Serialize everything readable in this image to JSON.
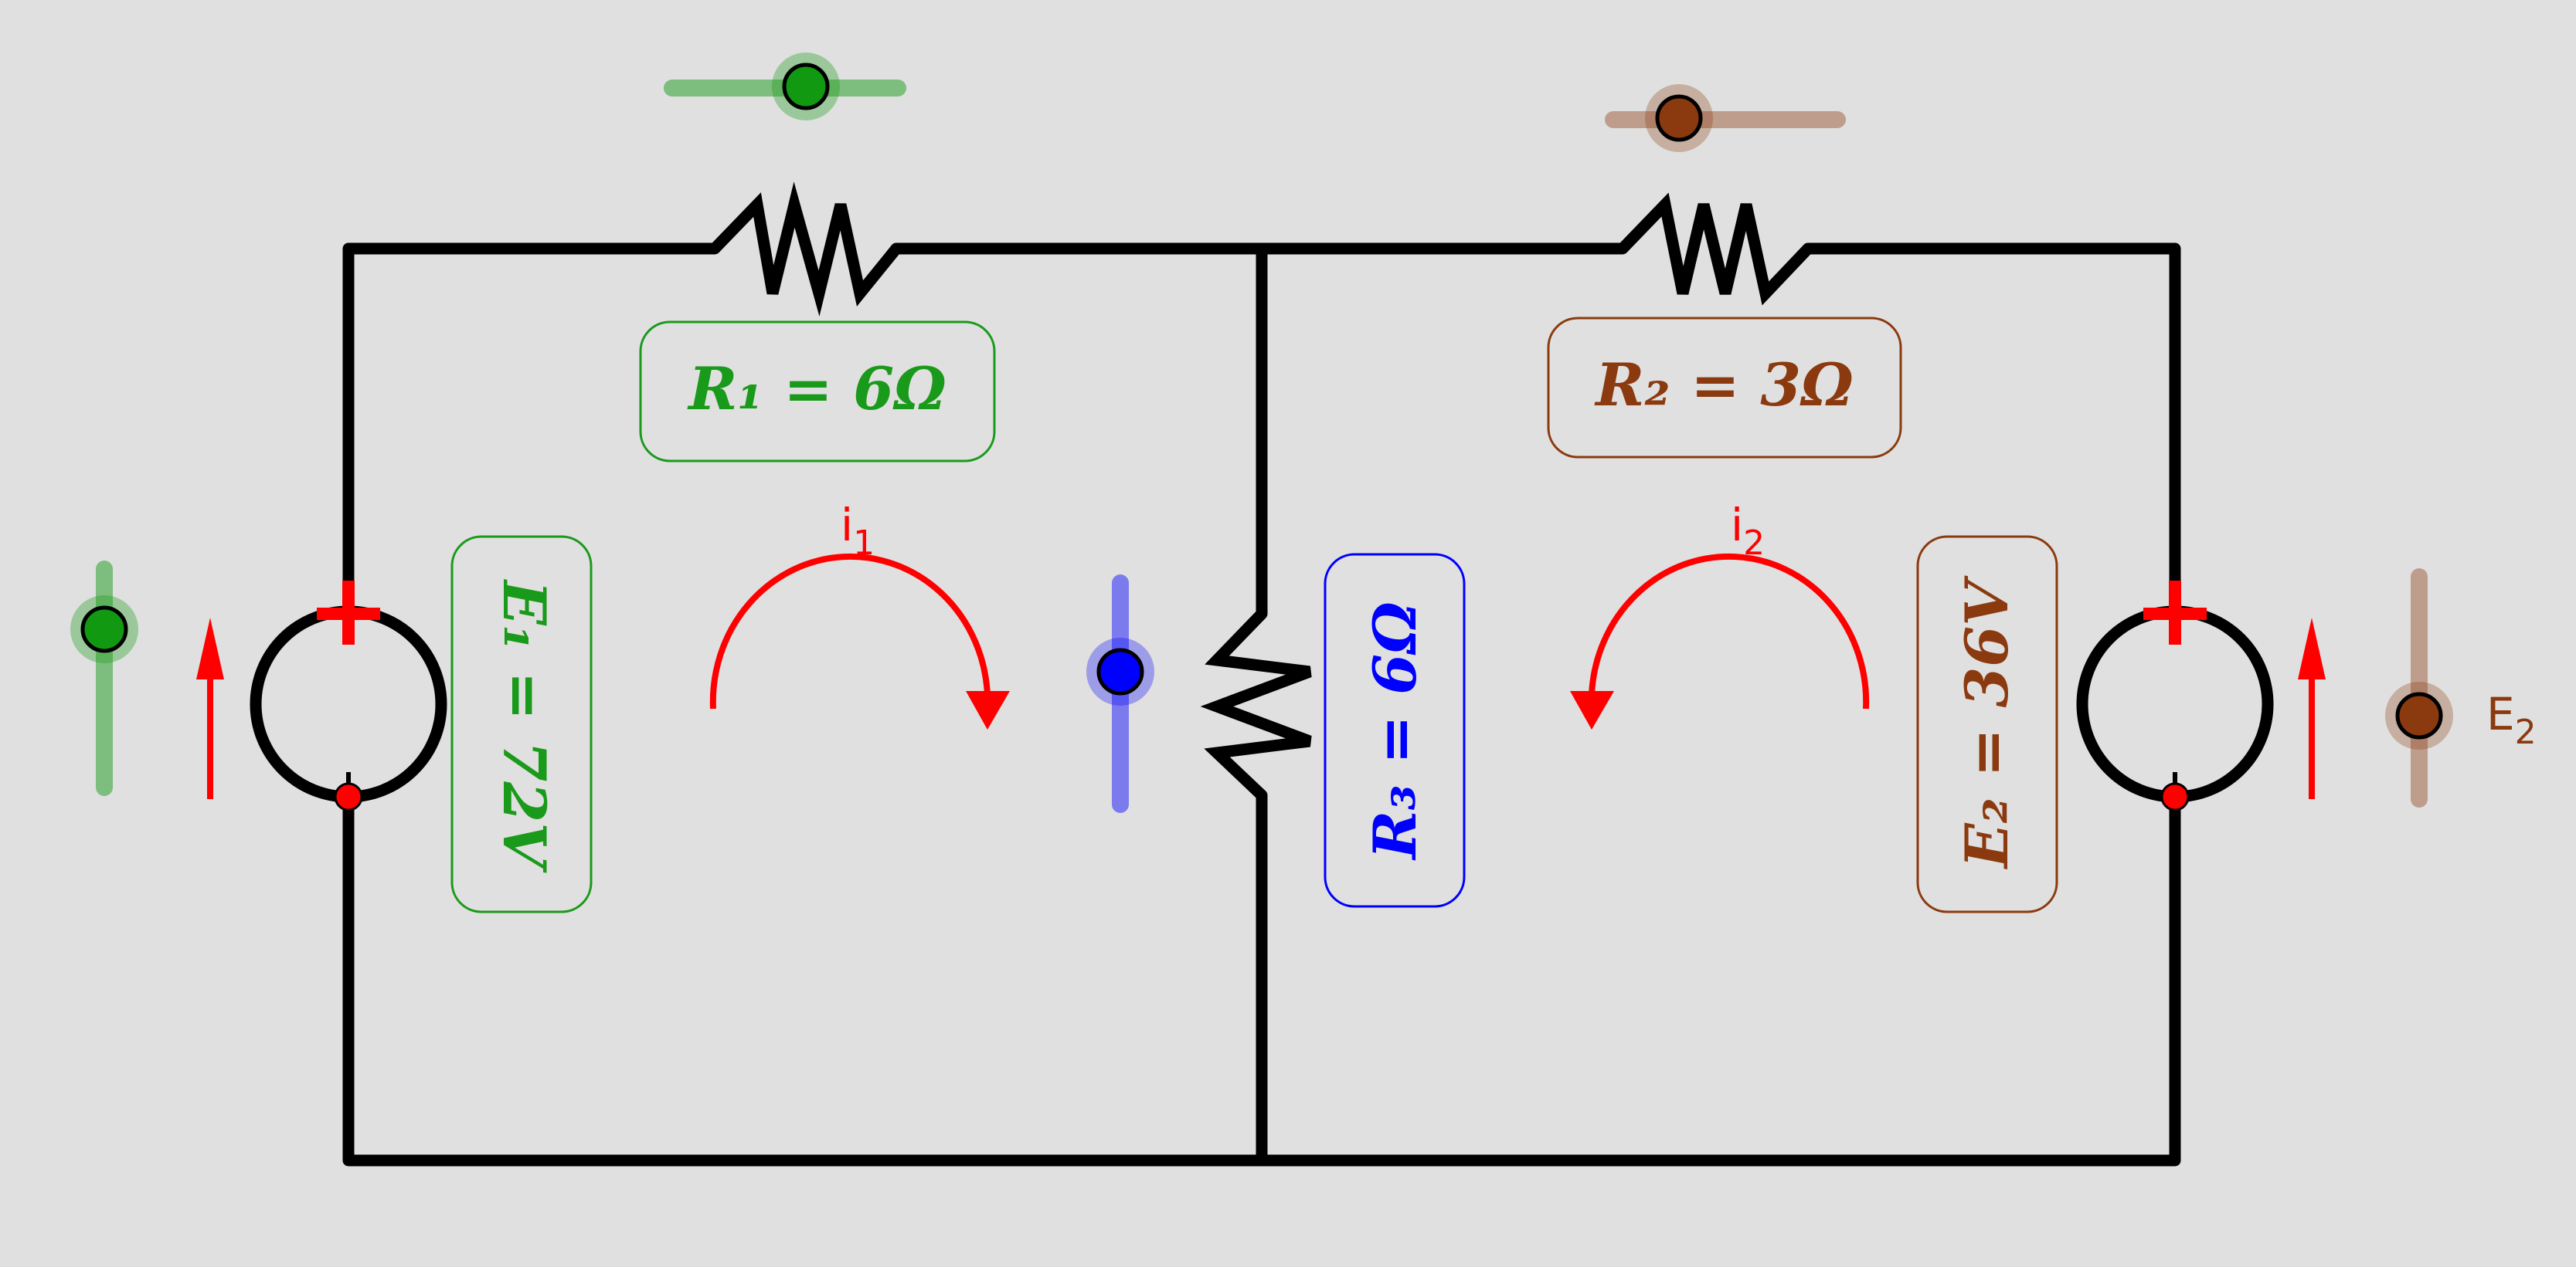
{
  "colors": {
    "background": "#e0e0e0",
    "wire": "#000000",
    "green": "#1a9a1a",
    "brown": "#8b3a0f",
    "blue": "#0000ff",
    "red": "#ff0000"
  },
  "labels": {
    "r1": "R₁ = 6Ω",
    "r2": "R₂ = 3Ω",
    "r3": "R₃ = 6Ω",
    "e1": "E₁ = 72V",
    "e2": "E₂ = 36V"
  },
  "currents": {
    "i1_main": "i",
    "i1_sub": "1",
    "i2_main": "i",
    "i2_sub": "2"
  },
  "sliders": {
    "e2_label_main": "E",
    "e2_label_sub": "2"
  },
  "icons": {
    "resistor": "zigzag-resistor-icon",
    "source": "voltage-source-icon",
    "arrow": "arrow-up-icon"
  }
}
